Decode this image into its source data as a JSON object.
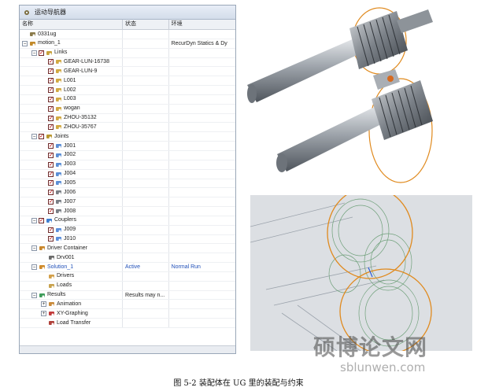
{
  "navigator": {
    "title": "运动导航器",
    "columns": [
      "名称",
      "状态",
      "环境"
    ],
    "rows": [
      {
        "indent": 0,
        "exp": "",
        "chk": false,
        "icon": "assembly",
        "name": "0331ug",
        "status": "",
        "env": "",
        "blue": false
      },
      {
        "indent": 0,
        "exp": "−",
        "chk": false,
        "icon": "motion",
        "name": "motion_1",
        "status": "",
        "env": "RecurDyn Statics & Dy",
        "blue": false
      },
      {
        "indent": 1,
        "exp": "−",
        "chk": true,
        "icon": "links",
        "name": "Links",
        "status": "",
        "env": "",
        "blue": false
      },
      {
        "indent": 2,
        "exp": "",
        "chk": true,
        "icon": "link",
        "name": "GEAR-LUN-16738",
        "status": "",
        "env": "",
        "blue": false
      },
      {
        "indent": 2,
        "exp": "",
        "chk": true,
        "icon": "link",
        "name": "GEAR-LUN-9",
        "status": "",
        "env": "",
        "blue": false
      },
      {
        "indent": 2,
        "exp": "",
        "chk": true,
        "icon": "link",
        "name": "L001",
        "status": "",
        "env": "",
        "blue": false
      },
      {
        "indent": 2,
        "exp": "",
        "chk": true,
        "icon": "link",
        "name": "L002",
        "status": "",
        "env": "",
        "blue": false
      },
      {
        "indent": 2,
        "exp": "",
        "chk": true,
        "icon": "link",
        "name": "L003",
        "status": "",
        "env": "",
        "blue": false
      },
      {
        "indent": 2,
        "exp": "",
        "chk": true,
        "icon": "link",
        "name": "wogan",
        "status": "",
        "env": "",
        "blue": false
      },
      {
        "indent": 2,
        "exp": "",
        "chk": true,
        "icon": "link",
        "name": "ZHOU-35132",
        "status": "",
        "env": "",
        "blue": false
      },
      {
        "indent": 2,
        "exp": "",
        "chk": true,
        "icon": "link",
        "name": "ZHOU-35767",
        "status": "",
        "env": "",
        "blue": false
      },
      {
        "indent": 1,
        "exp": "−",
        "chk": true,
        "icon": "joints",
        "name": "Joints",
        "status": "",
        "env": "",
        "blue": false
      },
      {
        "indent": 2,
        "exp": "",
        "chk": true,
        "icon": "joint",
        "name": "J001",
        "status": "",
        "env": "",
        "blue": false
      },
      {
        "indent": 2,
        "exp": "",
        "chk": true,
        "icon": "joint",
        "name": "J002",
        "status": "",
        "env": "",
        "blue": false
      },
      {
        "indent": 2,
        "exp": "",
        "chk": true,
        "icon": "joint",
        "name": "J003",
        "status": "",
        "env": "",
        "blue": false
      },
      {
        "indent": 2,
        "exp": "",
        "chk": true,
        "icon": "joint",
        "name": "J004",
        "status": "",
        "env": "",
        "blue": false
      },
      {
        "indent": 2,
        "exp": "",
        "chk": true,
        "icon": "joint",
        "name": "J005",
        "status": "",
        "env": "",
        "blue": false
      },
      {
        "indent": 2,
        "exp": "",
        "chk": true,
        "icon": "joint2",
        "name": "J006",
        "status": "",
        "env": "",
        "blue": false
      },
      {
        "indent": 2,
        "exp": "",
        "chk": true,
        "icon": "joint2",
        "name": "J007",
        "status": "",
        "env": "",
        "blue": false
      },
      {
        "indent": 2,
        "exp": "",
        "chk": true,
        "icon": "joint2",
        "name": "J008",
        "status": "",
        "env": "",
        "blue": false
      },
      {
        "indent": 1,
        "exp": "−",
        "chk": true,
        "icon": "couplers",
        "name": "Couplers",
        "status": "",
        "env": "",
        "blue": false
      },
      {
        "indent": 2,
        "exp": "",
        "chk": true,
        "icon": "coupler",
        "name": "J009",
        "status": "",
        "env": "",
        "blue": false
      },
      {
        "indent": 2,
        "exp": "",
        "chk": true,
        "icon": "coupler",
        "name": "J010",
        "status": "",
        "env": "",
        "blue": false
      },
      {
        "indent": 1,
        "exp": "−",
        "chk": false,
        "icon": "driver",
        "name": "Driver Container",
        "status": "",
        "env": "",
        "blue": false
      },
      {
        "indent": 2,
        "exp": "",
        "chk": false,
        "icon": "drv",
        "name": "Drv001",
        "status": "",
        "env": "",
        "blue": false
      },
      {
        "indent": 1,
        "exp": "−",
        "chk": false,
        "icon": "solution",
        "name": "Solution_1",
        "status": "Active",
        "env": "Normal Run",
        "blue": true
      },
      {
        "indent": 2,
        "exp": "",
        "chk": false,
        "icon": "drivers",
        "name": "Drivers",
        "status": "",
        "env": "",
        "blue": false
      },
      {
        "indent": 2,
        "exp": "",
        "chk": false,
        "icon": "loads",
        "name": "Loads",
        "status": "",
        "env": "",
        "blue": false
      },
      {
        "indent": 1,
        "exp": "−",
        "chk": false,
        "icon": "results",
        "name": "Results",
        "status": "Results may n...",
        "env": "",
        "blue": false
      },
      {
        "indent": 2,
        "exp": "+",
        "chk": false,
        "icon": "animation",
        "name": "Animation",
        "status": "",
        "env": "",
        "blue": false
      },
      {
        "indent": 2,
        "exp": "+",
        "chk": false,
        "icon": "graph",
        "name": "XY-Graphing",
        "status": "",
        "env": "",
        "blue": false
      },
      {
        "indent": 2,
        "exp": "",
        "chk": false,
        "icon": "load-transfer",
        "name": "Load Transfer",
        "status": "",
        "env": "",
        "blue": false
      }
    ]
  },
  "caption": "图 5-2 装配体在 UG 里的装配与约束",
  "watermark": {
    "text": "硕博论文网",
    "url": "sblunwen.com"
  }
}
